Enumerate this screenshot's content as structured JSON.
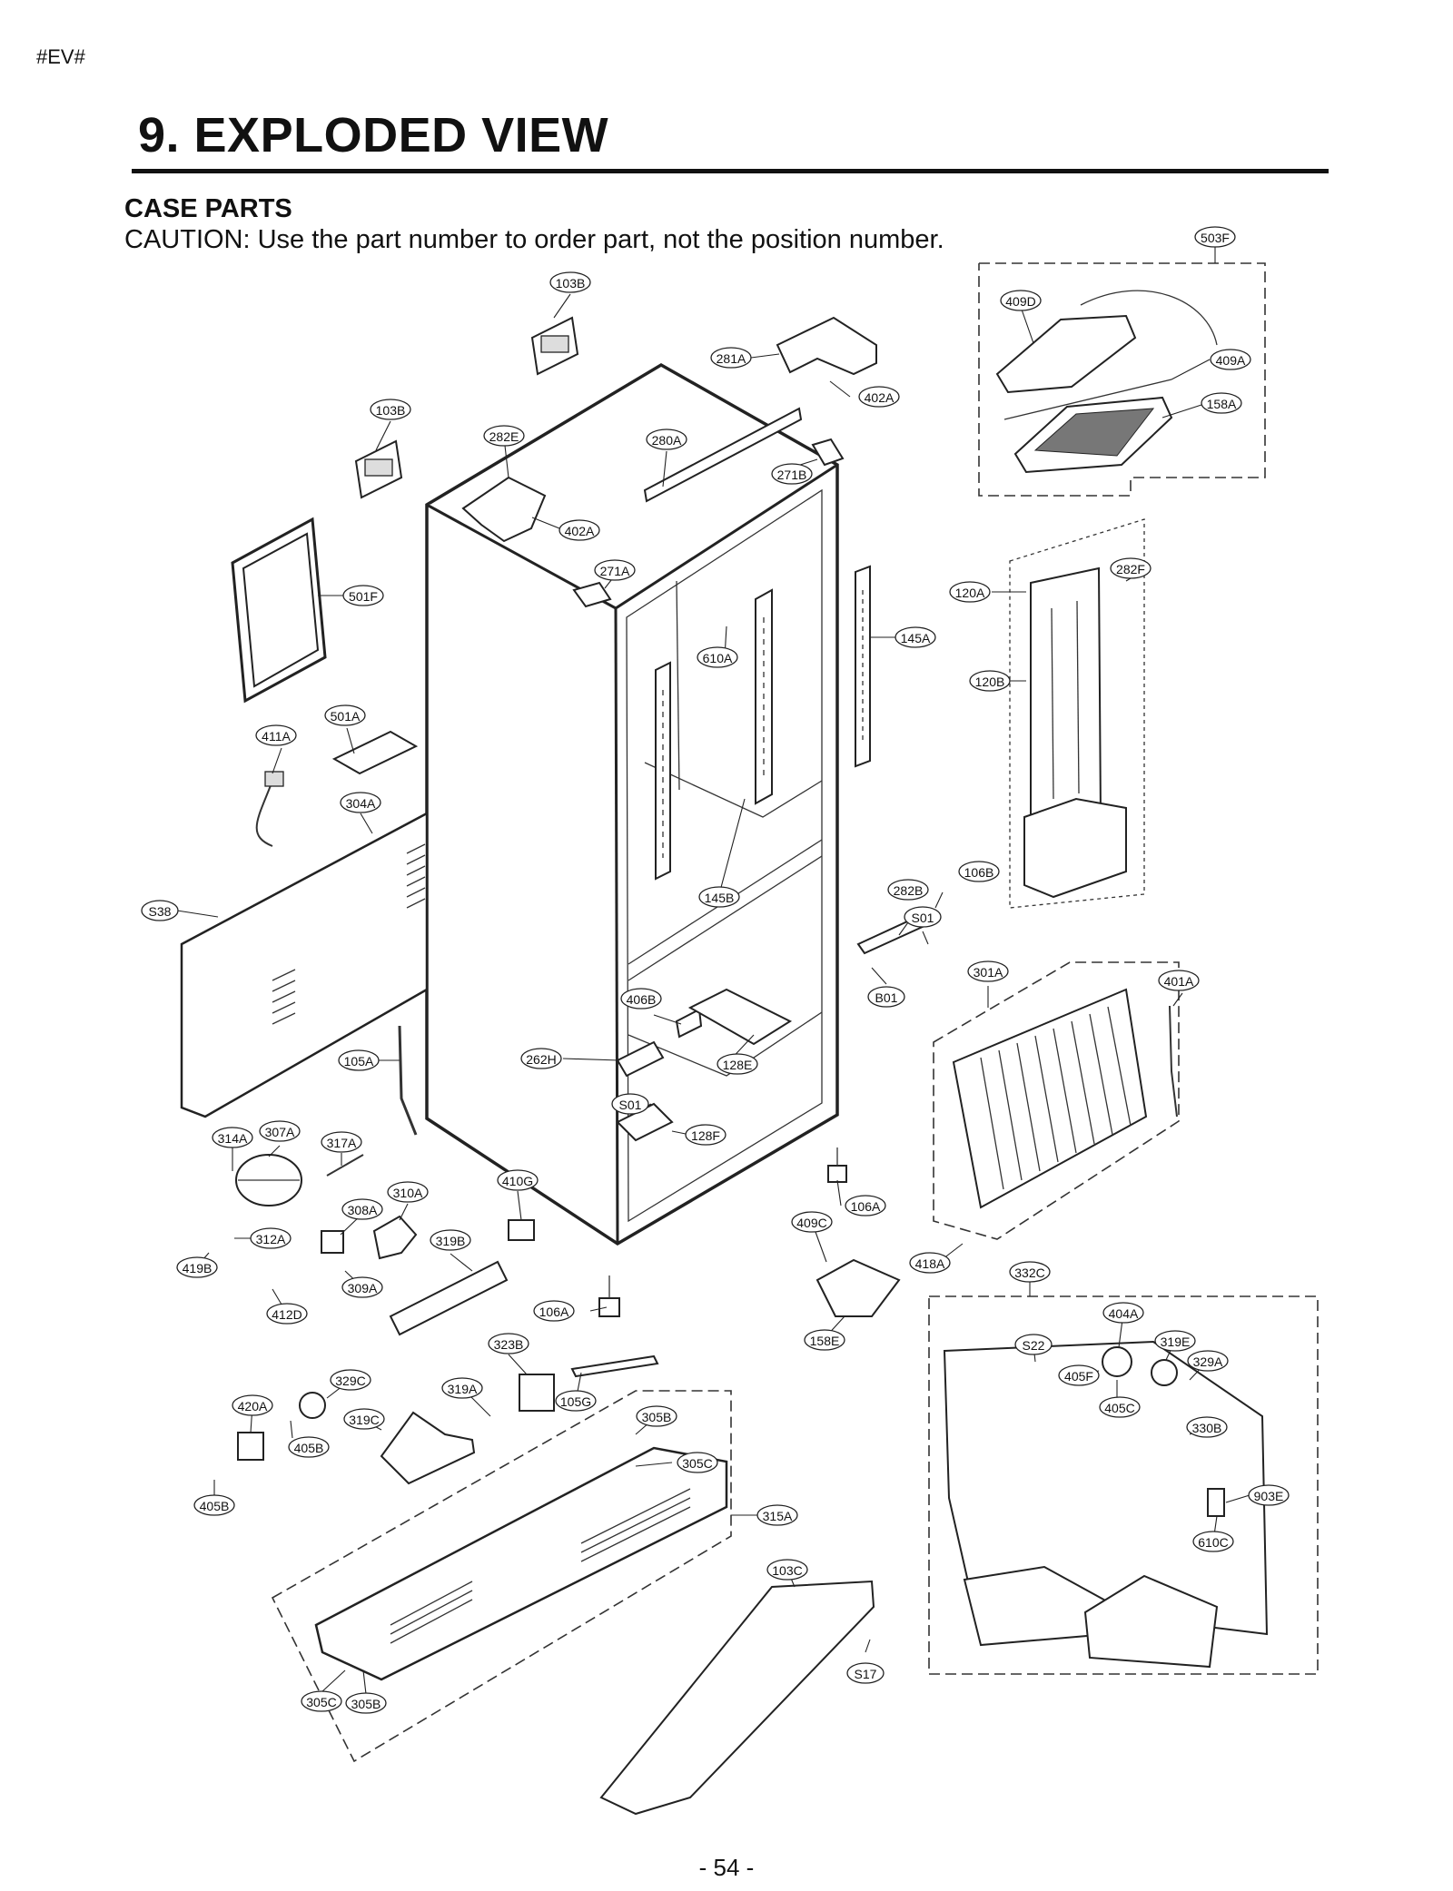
{
  "header": {
    "tag": "#EV#",
    "title": "9. EXPLODED VIEW",
    "section": "CASE PARTS",
    "caution": "CAUTION: Use the part number to order part, not the position number."
  },
  "footer": {
    "page": "- 54 -"
  },
  "labels": {
    "l503F": "503F",
    "l409D": "409D",
    "l409A": "409A",
    "l158A": "158A",
    "l103B_a": "103B",
    "l281A": "281A",
    "l402A_a": "402A",
    "l103B_b": "103B",
    "l282E": "282E",
    "l280A": "280A",
    "l271B": "271B",
    "l402A_b": "402A",
    "l271A": "271A",
    "l501F": "501F",
    "l610A": "610A",
    "l145A_a": "145A",
    "l120A": "120A",
    "l282F": "282F",
    "l120B": "120B",
    "l501A": "501A",
    "l411A": "411A",
    "l304A": "304A",
    "l145A_b": "145B",
    "l106B": "106B",
    "l282B": "282B",
    "lS01_a": "S01",
    "lS38": "S38",
    "l301A": "301A",
    "l401A": "401A",
    "lB01": "B01",
    "l406B": "406B",
    "l262H": "262H",
    "l128E": "128E",
    "l105A": "105A",
    "lS01_b": "S01",
    "l128F": "128F",
    "l314A": "314A",
    "l307A": "307A",
    "l317A": "317A",
    "l310A": "310A",
    "l410G": "410G",
    "l308A": "308A",
    "l319B": "319B",
    "l312A": "312A",
    "l419B": "419B",
    "l309A": "309A",
    "l106A_a": "106A",
    "l409C": "409C",
    "l418A": "418A",
    "l332C": "332C",
    "l412D": "412D",
    "l106A_b": "106A",
    "l158E": "158E",
    "l404A": "404A",
    "lS22": "S22",
    "l319E": "319E",
    "l405F": "405F",
    "l329A": "329A",
    "l405C": "405C",
    "l330B": "330B",
    "l903E": "903E",
    "l610C": "610C",
    "l323B": "323B",
    "l329C": "329C",
    "l319A": "319A",
    "l105G": "105G",
    "l420A": "420A",
    "l319C": "319C",
    "l305B_a": "305B",
    "l405B_a": "405B",
    "l305C_a": "305C",
    "l405B_b": "405B",
    "l315A": "315A",
    "l103C": "103C",
    "lS17": "S17",
    "l305C_b": "305C",
    "l305B_b": "305B"
  }
}
